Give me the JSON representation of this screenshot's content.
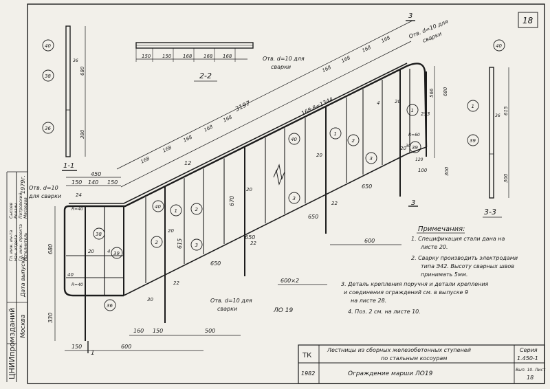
{
  "sheet": {
    "number": "18",
    "drawing_mark": "ЛО 19"
  },
  "sections": {
    "s11": "1-1",
    "s22": "2-2",
    "s33": "3-3",
    "s3_mark": "3"
  },
  "holes": {
    "main": [
      "Отв. d=10",
      "для сварки"
    ],
    "top": [
      "Отв. d=10 для",
      "сварки"
    ],
    "s22": [
      "Отв. d=10 для",
      "сварки"
    ],
    "bottom": [
      "Отв. d=10 для",
      "сварки"
    ]
  },
  "positions": [
    "1",
    "2",
    "3",
    "36",
    "38",
    "39",
    "40"
  ],
  "dims": {
    "top_run": "3197",
    "top_pitch": "168·8=1344",
    "pitch": "168",
    "s22_pitch": "150",
    "d150": "150",
    "d140": "140",
    "d450": "450",
    "d24": "24",
    "r40": "R=40",
    "r60": "R=60",
    "d30": "30",
    "d680": "680",
    "d330": "330",
    "d300": "300",
    "d615": "615",
    "d670": "670",
    "d650": "650",
    "d600": "600",
    "d600x2": "600×2",
    "d500": "500",
    "d160": "160",
    "d566": "566",
    "d253": "253",
    "d20": "20",
    "d4": "4",
    "d12": "12",
    "d22": "22",
    "d36": "36",
    "d380": "380",
    "d120": "120",
    "d100": "100"
  },
  "notes": {
    "title": "Примечания:",
    "items": [
      "1. Спецификация стали дана на",
      "листе 20.",
      "2. Сварку производить электродами",
      "типа Э42. Высоту сварных швов",
      "принимать 5мм.",
      "3. Деталь крепления поручня и детали крепления",
      "и соединения ограждений см. в выпуске 9",
      "на листе 28.",
      "4. Поз. 2 см. на листе 10."
    ]
  },
  "side_stamp": {
    "org": "ЦНИИпромзданий",
    "city": "Москва",
    "year": "1979г.",
    "date_label": "Дата выпуска:",
    "rows": [
      "Гл. инж. ин-та",
      "Нач. отдела",
      "Гл. инж. проекта",
      "Исполнитель"
    ],
    "names": [
      "Сысоев",
      "Ронзин",
      "Петровский",
      "Мясоедов"
    ]
  },
  "title_block": {
    "tk": "ТК",
    "year": "1982",
    "title_line1": "Лестницы из сборных железобетонных ступеней",
    "title_line2": "по стальным косоурам",
    "title_line3": "Ограждение  марши ЛО19",
    "series_label": "Серия",
    "series": "1.450-1",
    "issue": "Вып. 10. Лист",
    "sheet": "18"
  }
}
